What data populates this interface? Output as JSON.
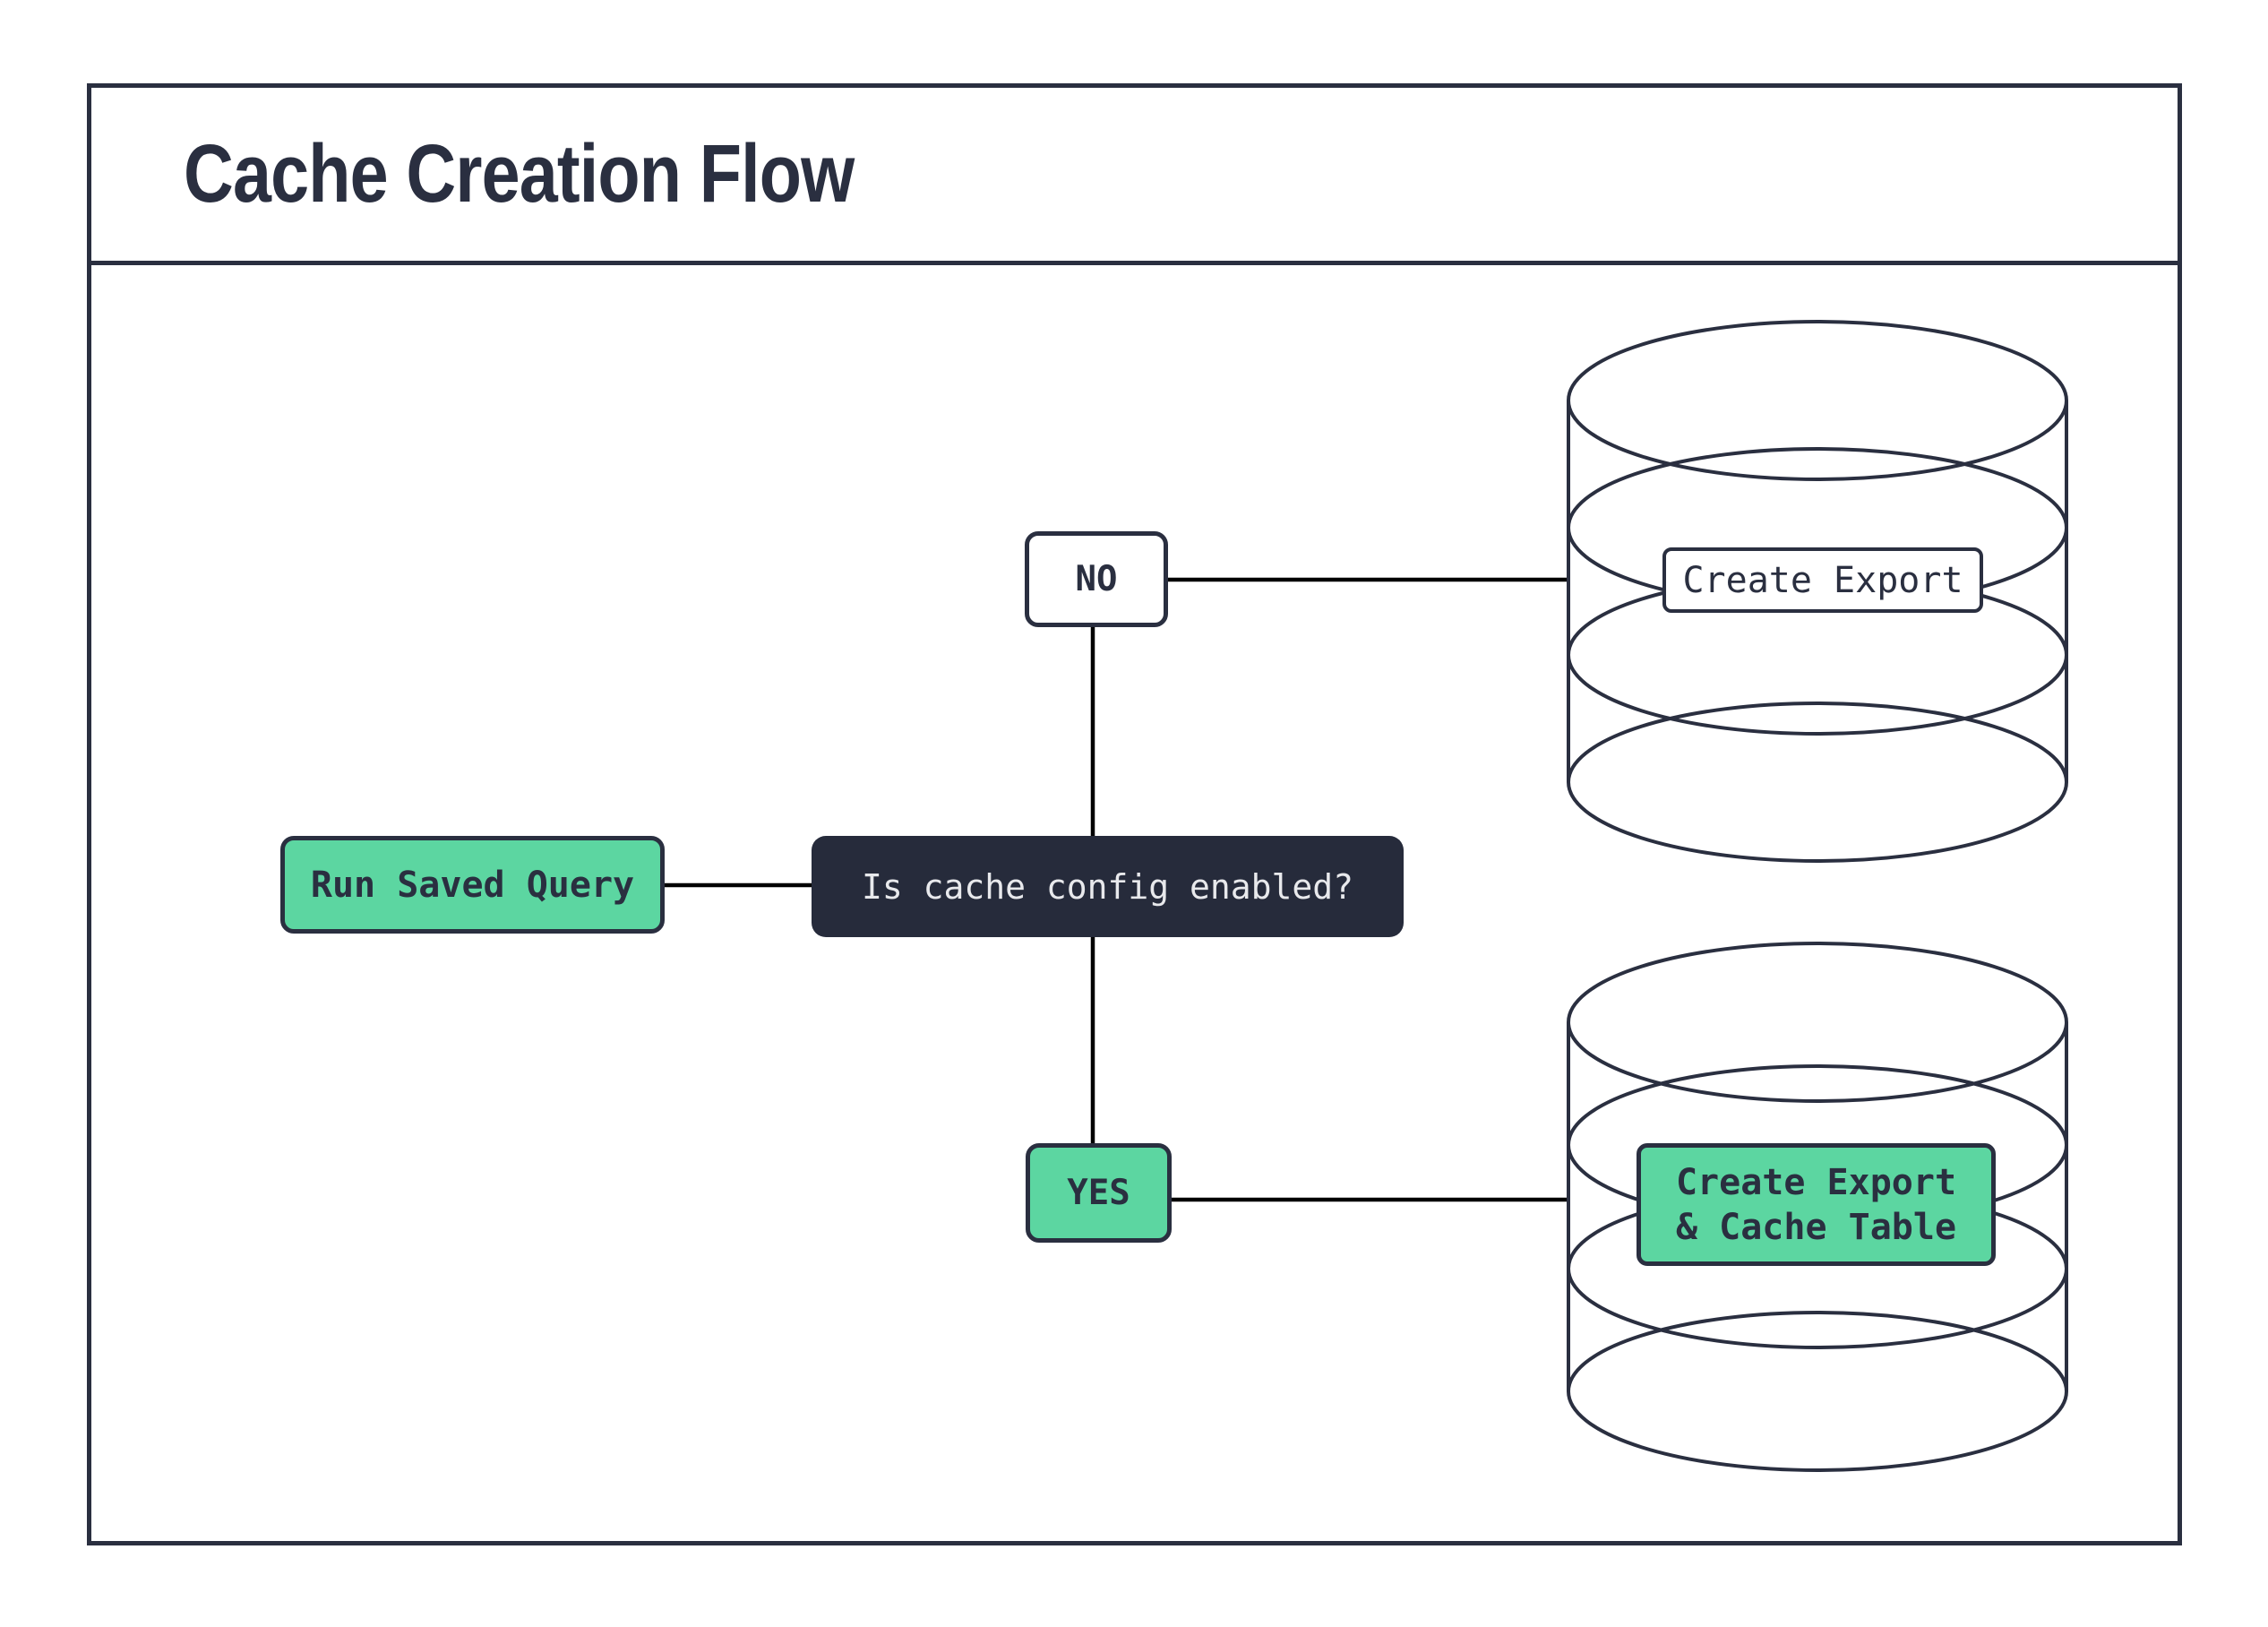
{
  "header": {
    "title": "Cache Creation Flow"
  },
  "nodes": {
    "run_saved_query": {
      "label": "Run Saved Query"
    },
    "decision": {
      "label": "Is cache config enabled?"
    },
    "no_branch": {
      "label": "NO"
    },
    "yes_branch": {
      "label": "YES"
    },
    "export_db_label": {
      "label": "Create Export"
    },
    "export_cache_db_label": {
      "label_line1": "Create Export",
      "label_line2": "& Cache Table"
    }
  },
  "colors": {
    "ink": "#2a2f40",
    "connector": "#000000",
    "green": "#5cd6a1",
    "decision_bg": "#262b3b",
    "decision_text": "#e8e9ec",
    "background": "#ffffff"
  }
}
